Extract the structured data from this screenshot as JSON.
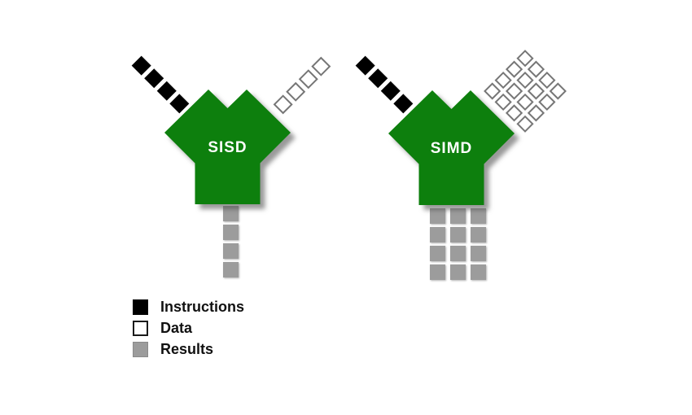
{
  "colors": {
    "green": "#0d7f0d",
    "black": "#000000",
    "white": "#ffffff",
    "border": "#767676",
    "gray": "#9c9c9c"
  },
  "units": [
    {
      "label": "SISD",
      "instructions": {
        "count": 4
      },
      "data": {
        "count": 4,
        "rows": 1,
        "cols": 4
      },
      "results": {
        "count": 4,
        "rows": 4,
        "cols": 1
      }
    },
    {
      "label": "SIMD",
      "instructions": {
        "count": 4
      },
      "data": {
        "count": 16,
        "rows": 4,
        "cols": 4
      },
      "results": {
        "count": 12,
        "rows": 4,
        "cols": 3
      }
    }
  ],
  "legend": {
    "items": [
      {
        "label": "Instructions",
        "swatch": "black"
      },
      {
        "label": "Data",
        "swatch": "white"
      },
      {
        "label": "Results",
        "swatch": "gray"
      }
    ]
  }
}
